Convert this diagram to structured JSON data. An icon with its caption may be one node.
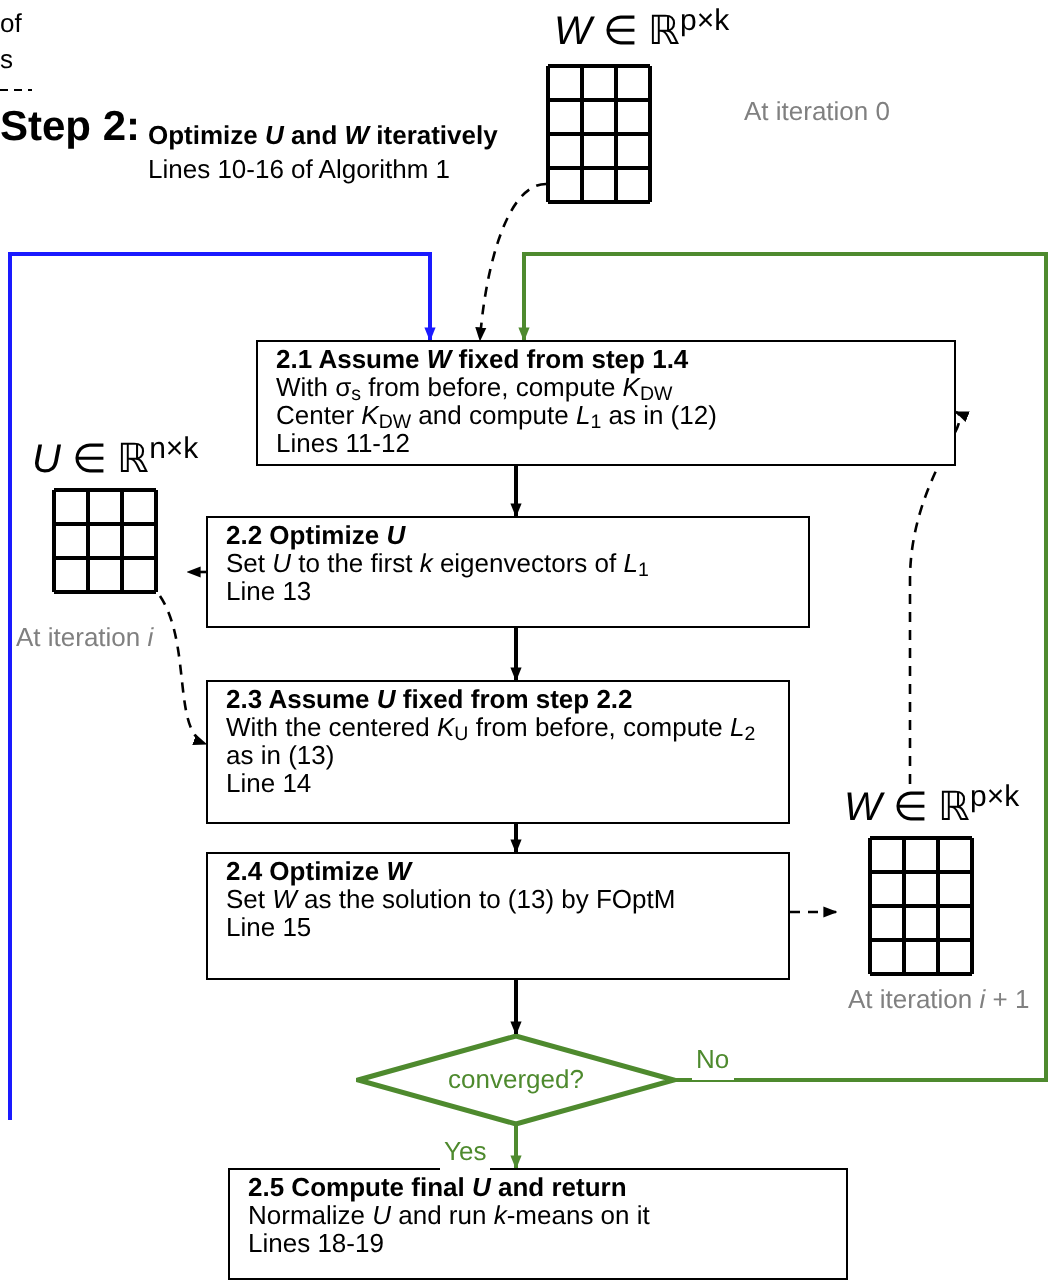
{
  "diagram": {
    "nodes": [
      {
        "text": [
          "*W* ∈ ℝ$^{p×k}$"
        ],
        "beside": [
          "At iteration 0"
        ]
      },
      {
        "text": [
          "2.1 Assume *W* fixed from step 1.4",
          "With σ$_{s}$ from before, compute *K*$_{DW}$",
          "Center *K*$_{DW}$ and compute *L*$_{1}$ as in (12)",
          "Lines 11-12"
        ]
      },
      {
        "text": [
          "*U* ∈ ℝ$^{n×k}$"
        ],
        "beside": [
          "At iteration *i*"
        ]
      },
      {
        "text": [
          "2.2 Optimize *U*",
          "Set *U* to the first *k* eigenvectors of *L*$_{1}$",
          "Line 13"
        ]
      },
      {
        "text": [
          "2.3 Assume *U* fixed from step 2.2",
          "With the centered *K*$_{U}$ from before, compute *L*$_{2}$ as in (13)",
          "Line 14"
        ]
      },
      {
        "text": [
          "*W* ∈ ℝ$^{p×k}$"
        ],
        "beside": [
          "At iteration *i* + 1"
        ]
      },
      {
        "text": [
          "2.4 Optimize *W*",
          "Set *W* as the solution to (13) by FOptM",
          "Line 15"
        ]
      },
      {
        "text": [
          "converged?"
        ]
      },
      {
        "text": [
          "2.5 Compute final *U* and return",
          "Normalize *U* and run *k*-means on it",
          "Lines 18-19"
        ]
      }
    ],
    "edges": [
      {
        "from": 0,
        "to": 1,
        "arrow": "to",
        "style": "dashed"
      },
      {
        "from": 1,
        "to": 3,
        "arrow": "to"
      },
      {
        "from": 3,
        "to": 2,
        "arrow": "to",
        "style": "dashed"
      },
      {
        "from": 2,
        "to": 4,
        "arrow": "to",
        "style": "dashed"
      },
      {
        "from": 3,
        "to": 4,
        "arrow": "to"
      },
      {
        "from": 4,
        "to": 6,
        "arrow": "to"
      },
      {
        "from": 6,
        "to": 5,
        "arrow": "to",
        "style": "dashed"
      },
      {
        "from": 5,
        "to": 1,
        "arrow": "to",
        "style": "dashed"
      },
      {
        "from": 6,
        "to": 7,
        "arrow": "to"
      },
      {
        "from": 7,
        "to": 8,
        "arrow": "to",
        "label": "Yes",
        "color": "#4e8a2e"
      },
      {
        "from": 7,
        "to": 1,
        "arrow": "to",
        "label": "No",
        "color": "#4e8a2e"
      },
      {
        "from": null,
        "to": 1,
        "arrow": "to",
        "color": "#1a1aff"
      }
    ],
    "labels": [
      "of",
      "s",
      "Step 2:",
      "Optimize *U* and *W* iteratively",
      "Lines 10-16 of Algorithm 1"
    ]
  }
}
